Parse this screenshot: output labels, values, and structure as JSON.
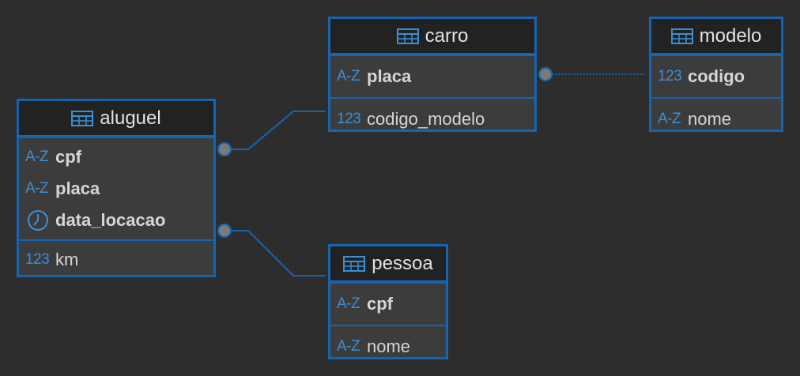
{
  "colors": {
    "background": "#2d2d2d",
    "border": "#1565b3",
    "header_bg": "#222222",
    "body_bg": "#3c3c3c",
    "type_text": "#3d8fd6",
    "connector_dot": "#7a7a7a"
  },
  "entities": {
    "aluguel": {
      "title": "aluguel",
      "rows": [
        {
          "type": "A-Z",
          "name": "cpf",
          "key": true
        },
        {
          "type": "A-Z",
          "name": "placa",
          "key": true
        },
        {
          "type": "clock-icon",
          "name": "data_locacao",
          "key": true
        },
        {
          "type": "123",
          "name": "km",
          "key": false
        }
      ]
    },
    "carro": {
      "title": "carro",
      "rows": [
        {
          "type": "A-Z",
          "name": "placa",
          "key": true
        },
        {
          "type": "123",
          "name": "codigo_modelo",
          "key": false
        }
      ]
    },
    "modelo": {
      "title": "modelo",
      "rows": [
        {
          "type": "123",
          "name": "codigo",
          "key": true
        },
        {
          "type": "A-Z",
          "name": "nome",
          "key": false
        }
      ]
    },
    "pessoa": {
      "title": "pessoa",
      "rows": [
        {
          "type": "A-Z",
          "name": "cpf",
          "key": true
        },
        {
          "type": "A-Z",
          "name": "nome",
          "key": false
        }
      ]
    }
  },
  "relationships": [
    {
      "from": "aluguel",
      "to": "carro",
      "style": "solid"
    },
    {
      "from": "aluguel",
      "to": "pessoa",
      "style": "solid"
    },
    {
      "from": "carro",
      "to": "modelo",
      "style": "dotted"
    }
  ]
}
